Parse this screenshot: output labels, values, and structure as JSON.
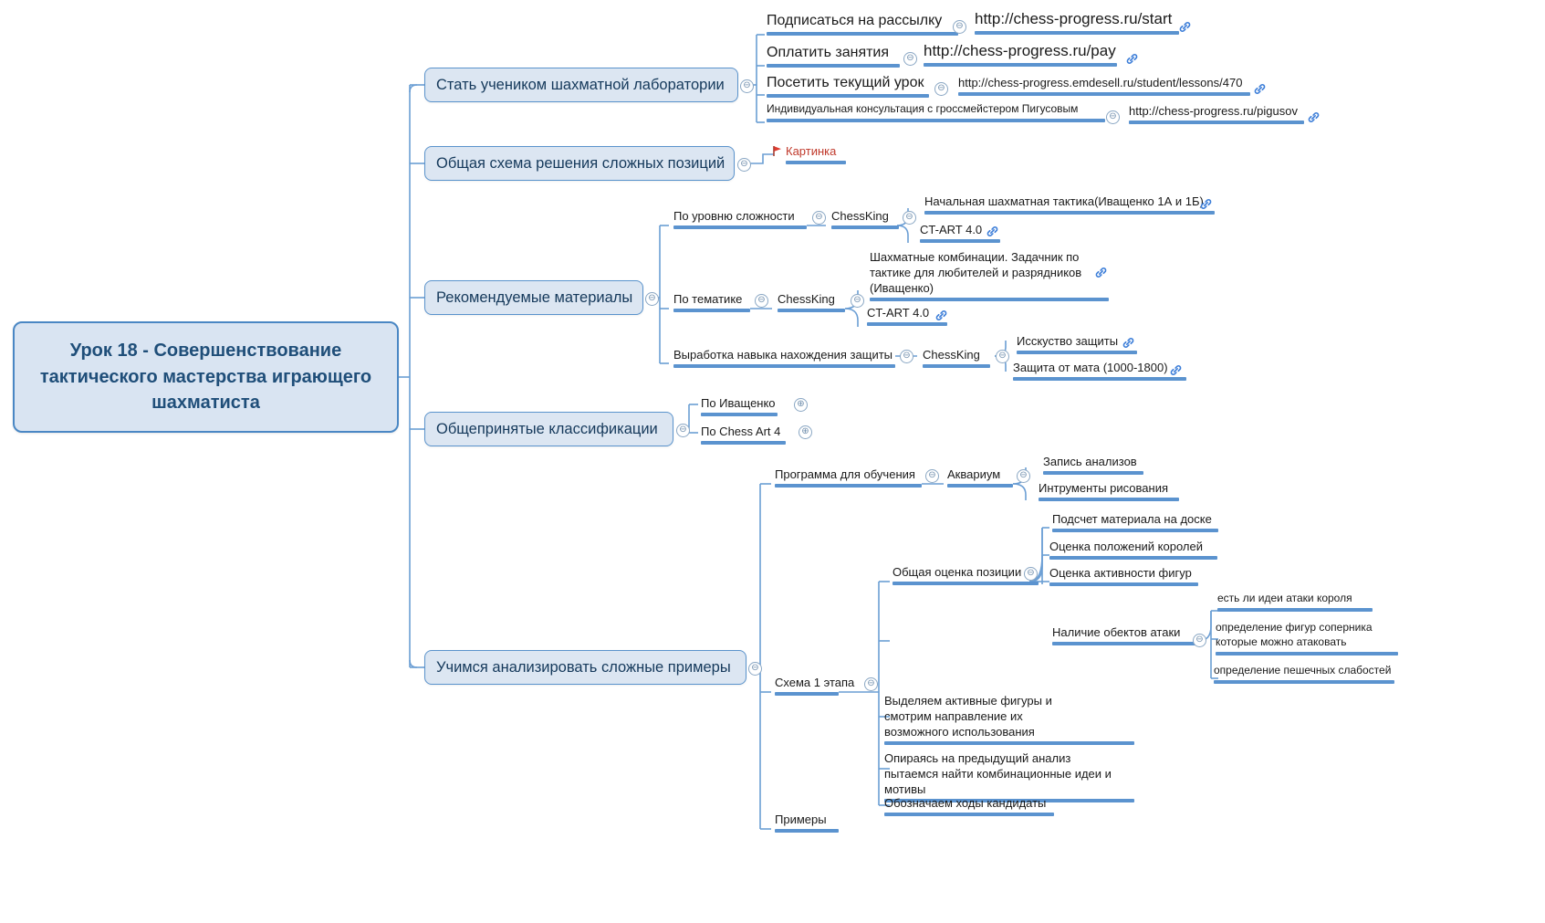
{
  "root": {
    "title": "Урок 18 - Совершенствование тактического мастерства играющего шахматиста"
  },
  "colors": {
    "root_fill": "#d9e4f2",
    "root_border": "#4a87c4",
    "root_text": "#1f4e79",
    "box_fill": "#dce6f2",
    "box_border": "#5a93cc",
    "rule": "#5b93cf",
    "link_icon": "#3b7dd8",
    "flag": "#e03b2f"
  },
  "branches": [
    {
      "id": "lab",
      "label": "Стать учеником шахматной лаборатории",
      "toggle": "minus",
      "children": [
        {
          "label": "Подписаться на рассылку",
          "toggle": "minus",
          "link": {
            "label": "http://chess-progress.ru/start",
            "icon": "link-icon"
          }
        },
        {
          "label": "Оплатить занятия",
          "toggle": "minus",
          "link": {
            "label": "http://chess-progress.ru/pay",
            "icon": "link-icon"
          }
        },
        {
          "label": "Посетить текущий урок",
          "toggle": "minus",
          "link": {
            "label": "http://chess-progress.emdesell.ru/student/lessons/470",
            "icon": "link-icon"
          }
        },
        {
          "label": "Индивидуальная консультация с гроссмейстером Пигусовым",
          "toggle": "minus",
          "link": {
            "label": "http://chess-progress.ru/pigusov",
            "icon": "link-icon"
          }
        }
      ]
    },
    {
      "id": "scheme",
      "label": "Общая схема решения сложных позиций",
      "toggle": "minus",
      "children": [
        {
          "label": "Картинка",
          "marker": "flag-icon"
        }
      ]
    },
    {
      "id": "materials",
      "label": "Рекомендуемые материалы",
      "toggle": "minus",
      "children": [
        {
          "label": "По уровню сложности",
          "toggle": "minus",
          "child": {
            "label": "ChessKing",
            "toggle": "minus",
            "items": [
              {
                "label": "Начальная шахматная тактика(Иващенко 1А и 1Б)",
                "icon": "link-icon"
              },
              {
                "label": "CT-ART 4.0",
                "icon": "link-icon"
              }
            ]
          }
        },
        {
          "label": "По тематике",
          "toggle": "minus",
          "child": {
            "label": "ChessKing",
            "toggle": "minus",
            "items": [
              {
                "label": "Шахматные комбинации. Задачник по тактике для любителей и разрядников (Иващенко)",
                "icon": "link-icon"
              },
              {
                "label": "CT-ART 4.0",
                "icon": "link-icon"
              }
            ]
          }
        },
        {
          "label": "Выработка навыка нахождения защиты",
          "toggle": "minus",
          "child": {
            "label": "ChessKing",
            "toggle": "minus",
            "items": [
              {
                "label": "Исскуство защиты",
                "icon": "link-icon"
              },
              {
                "label": "Защита от мата (1000-1800)",
                "icon": "link-icon"
              }
            ]
          }
        }
      ]
    },
    {
      "id": "classifications",
      "label": "Общепринятые классификации",
      "toggle": "minus",
      "children": [
        {
          "label": "По Иващенко",
          "toggle": "plus"
        },
        {
          "label": "По  Chess Art 4",
          "toggle": "plus"
        }
      ]
    },
    {
      "id": "analyze",
      "label": "Учимся анализировать сложные примеры",
      "toggle": "minus",
      "children": [
        {
          "label": "Программа для обучения",
          "toggle": "minus",
          "child": {
            "label": "Аквариум",
            "toggle": "minus",
            "items": [
              {
                "label": "Запись анализов"
              },
              {
                "label": "Интрументы рисования"
              }
            ]
          }
        },
        {
          "label": "Схема 1 этапа",
          "toggle": "minus",
          "groups": [
            {
              "label": "Общая оценка позиции",
              "toggle": "minus",
              "items": [
                {
                  "label": "Подсчет материала на доске"
                },
                {
                  "label": "Оценка положений королей"
                },
                {
                  "label": "Оценка активности фигур"
                }
              ]
            },
            {
              "label": "Наличие обектов атаки",
              "toggle": "minus",
              "items": [
                {
                  "label": "есть ли идеи атаки короля"
                },
                {
                  "label": "определение фигур соперника которые можно атаковать"
                },
                {
                  "label": "определение пешечных слабостей"
                }
              ]
            }
          ],
          "items": [
            {
              "label": "Выделяем активные фигуры и смотрим направление их возможного использования"
            },
            {
              "label": "Опираясь на предыдущий анализ пытаемся найти комбинационные идеи и мотивы"
            },
            {
              "label": "Обозначаем ходы кандидаты"
            }
          ]
        },
        {
          "label": "Примеры",
          "toggle": "minus"
        }
      ]
    }
  ]
}
